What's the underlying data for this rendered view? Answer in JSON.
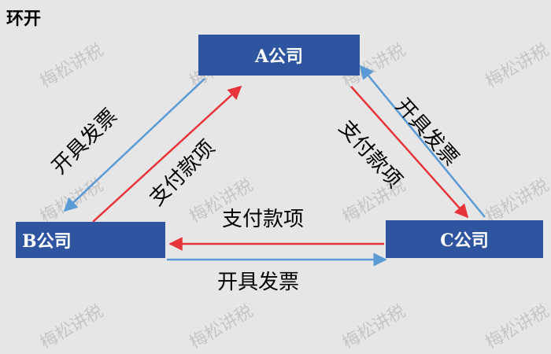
{
  "title": "环开",
  "nodes": {
    "a": "A公司",
    "b": "B公司",
    "c": "C公司"
  },
  "labels": {
    "left_invoice": "开具发票",
    "left_pay": "支付款项",
    "right_pay": "支付款项",
    "right_invoice": "开具发票",
    "bottom_pay": "支付款项",
    "bottom_invoice": "开具发票"
  },
  "watermark": "梅松讲税",
  "colors": {
    "node_fill": "#2f55a0",
    "invoice_arrow": "#5b9bd5",
    "payment_arrow": "#e8343b",
    "background": "#e6e6e6"
  }
}
